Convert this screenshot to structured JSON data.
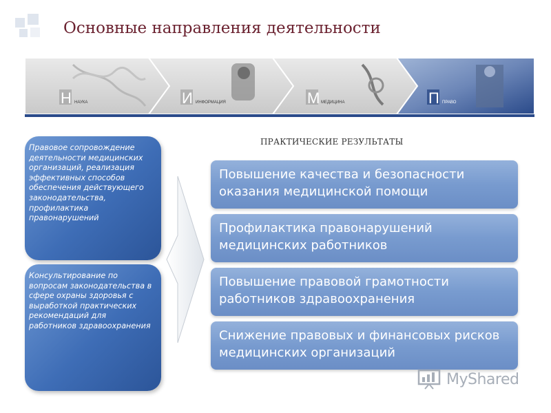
{
  "header": {
    "title": "Основные направления деятельности"
  },
  "banner": {
    "items": [
      {
        "letter": "Н",
        "word": "НАУКА"
      },
      {
        "letter": "И",
        "word": "ИНФОРМАЦИЯ"
      },
      {
        "letter": "М",
        "word": "МЕДИЦИНА"
      },
      {
        "letter": "П",
        "word": "ПРАВО"
      }
    ]
  },
  "left": {
    "boxes": [
      {
        "text": "Правовое сопровождение деятельности медицинских организаций, реализация эффективных способов обеспечения действующего законодательства, профилактика правонарушений"
      },
      {
        "text": "Консультирование по вопросам законодательства в сфере охраны здоровья с выработкой практических рекомендаций для работников здравоохранения"
      }
    ]
  },
  "results": {
    "heading": "ПРАКТИЧЕСКИЕ РЕЗУЛЬТАТЫ",
    "items": [
      {
        "text": "Повышение качества и безопасности оказания медицинской помощи"
      },
      {
        "text": "Профилактика правонарушений медицинских работников"
      },
      {
        "text": "Повышение правовой грамотности работников здравоохранения"
      },
      {
        "text": "Снижение правовых и финансовых рисков медицинских организаций"
      }
    ]
  },
  "watermark": {
    "text": "MyShared"
  },
  "colors": {
    "title": "#6b2230",
    "box_blue": "#3e6db6",
    "result_blue": "#789bcf",
    "banner_active": "#2a4a8a"
  }
}
